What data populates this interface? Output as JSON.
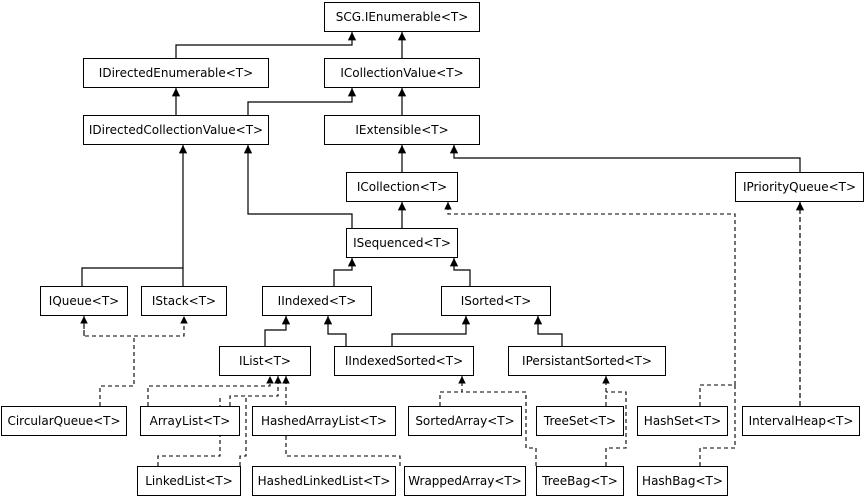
{
  "nodes": {
    "scg_ienumerable": "SCG.IEnumerable<T>",
    "idirected_enumerable": "IDirectedEnumerable<T>",
    "icollection_value": "ICollectionValue<T>",
    "idirected_collection_value": "IDirectedCollectionValue<T>",
    "iextensible": "IExtensible<T>",
    "icollection": "ICollection<T>",
    "ipriority_queue": "IPriorityQueue<T>",
    "isequenced": "ISequenced<T>",
    "iqueue": "IQueue<T>",
    "istack": "IStack<T>",
    "iindexed": "IIndexed<T>",
    "isorted": "ISorted<T>",
    "ilist": "IList<T>",
    "iindexed_sorted": "IIndexedSorted<T>",
    "ipersistant_sorted": "IPersistantSorted<T>",
    "circular_queue": "CircularQueue<T>",
    "array_list": "ArrayList<T>",
    "hashed_array_list": "HashedArrayList<T>",
    "sorted_array": "SortedArray<T>",
    "tree_set": "TreeSet<T>",
    "hash_set": "HashSet<T>",
    "interval_heap": "IntervalHeap<T>",
    "linked_list": "LinkedList<T>",
    "hashed_linked_list": "HashedLinkedList<T>",
    "wrapped_array": "WrappedArray<T>",
    "tree_bag": "TreeBag<T>",
    "hash_bag": "HashBag<T>"
  }
}
